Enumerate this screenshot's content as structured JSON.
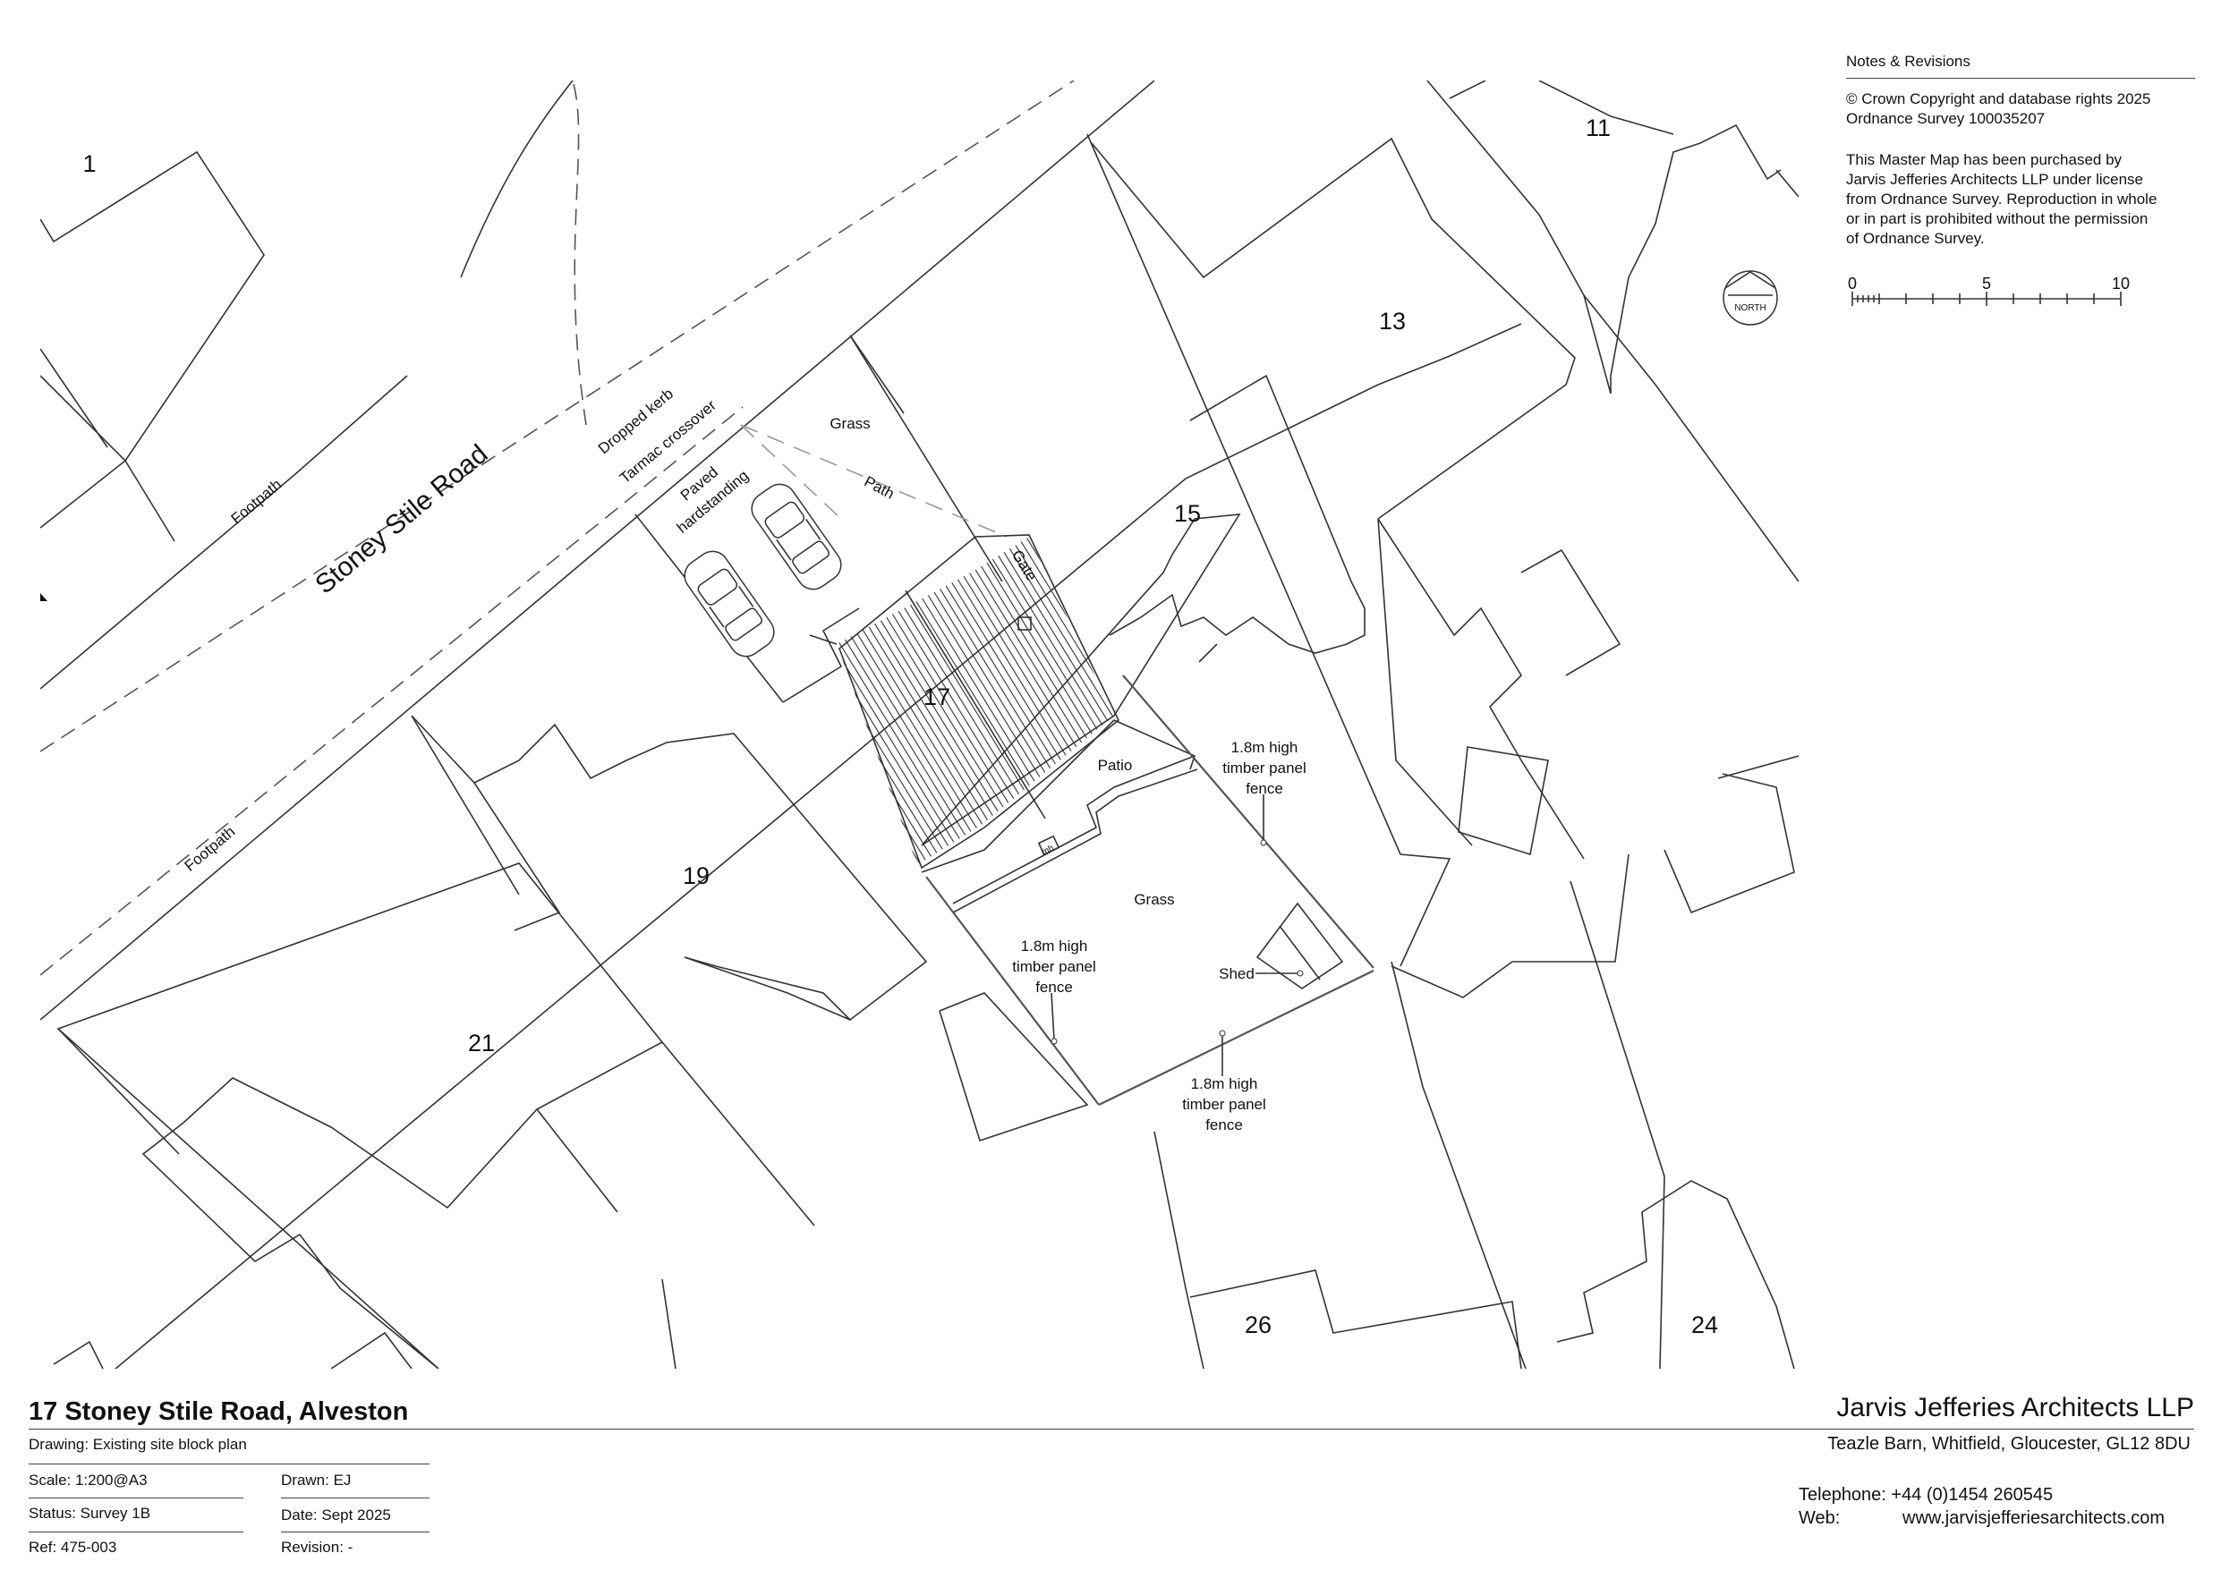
{
  "plots": {
    "p1": "1",
    "p11": "11",
    "p13": "13",
    "p15": "15",
    "p17": "17",
    "p19": "19",
    "p21": "21",
    "p24": "24",
    "p26": "26"
  },
  "labels": {
    "road": "Stoney Stile Road",
    "footpath_north": "Footpath",
    "footpath_south": "Footpath",
    "dropped_kerb": "Dropped kerb",
    "tarmac_crossover": "Tarmac crossover",
    "paved_line1": "Paved",
    "paved_line2": "hardstanding",
    "grass_front": "Grass",
    "path": "Path",
    "gate": "Gate",
    "patio": "Patio",
    "grass_rear": "Grass",
    "shed": "Shed",
    "mh": "mh",
    "fence_east": [
      "1.8m high",
      "timber panel",
      "fence"
    ],
    "fence_west": [
      "1.8m high",
      "timber panel",
      "fence"
    ],
    "fence_south": [
      "1.8m high",
      "timber panel",
      "fence"
    ]
  },
  "notes": {
    "heading": "Notes & Revisions",
    "copyright_line1": "© Crown Copyright and database rights 2025",
    "copyright_line2": "Ordnance Survey 100035207",
    "license": [
      "This Master Map has been purchased by",
      "Jarvis Jefferies Architects LLP under license",
      "from Ordnance Survey.  Reproduction in whole",
      "or in part is prohibited without the permission",
      "of Ordnance Survey."
    ],
    "scale_ticks": [
      "0",
      "5",
      "10"
    ],
    "north": "NORTH"
  },
  "titleblock": {
    "project": "17 Stoney Stile Road, Alveston",
    "drawing": "Drawing: Existing site block plan",
    "scale": "Scale:  1:200@A3",
    "drawn": "Drawn: EJ",
    "status": "Status: Survey 1B",
    "date": "Date: Sept 2025",
    "ref": "Ref: 475-003",
    "revision": "Revision: -",
    "firm": "Jarvis Jefferies Architects LLP",
    "address": "Teazle Barn,  Whitfield, Gloucester,  GL12  8DU",
    "telephone": "Telephone: +44 (0)1454 260545",
    "web_label": "Web:",
    "web_url": "www.jarvisjefferiesarchitects.com"
  }
}
